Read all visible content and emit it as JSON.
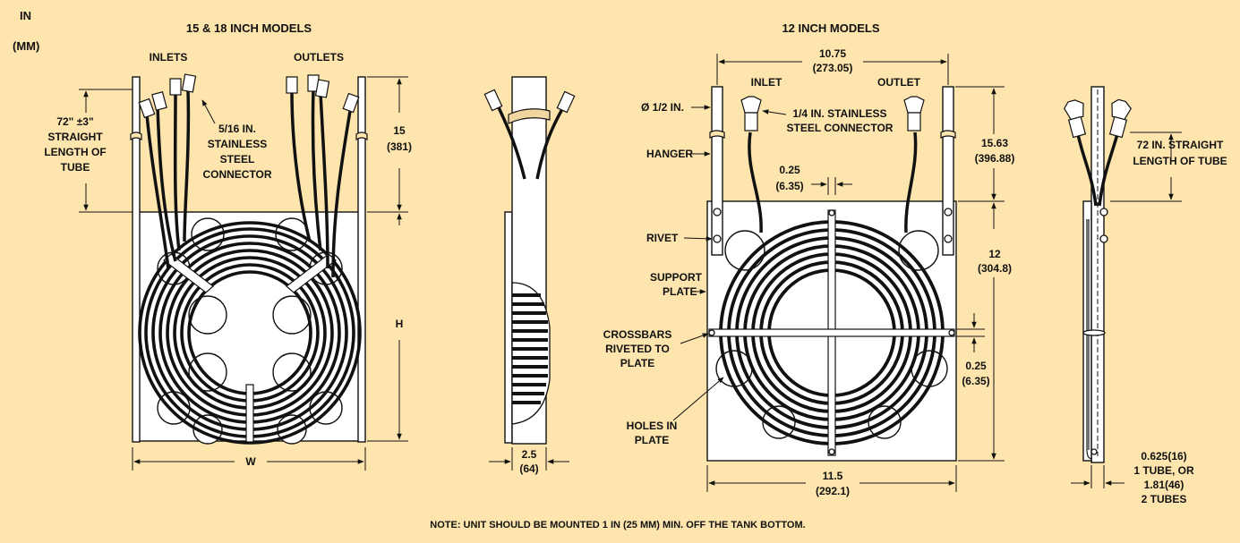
{
  "units": {
    "line1": "IN",
    "line2": "(MM)"
  },
  "left_title": "15 & 18 INCH MODELS",
  "right_title": "12 INCH MODELS",
  "left": {
    "inlets": "INLETS",
    "outlets": "OUTLETS",
    "length_1": "72\" ±3\"",
    "length_2": "STRAIGHT",
    "length_3": "LENGTH OF",
    "length_4": "TUBE",
    "conn_1": "5/16 IN.",
    "conn_2": "STAINLESS",
    "conn_3": "STEEL",
    "conn_4": "CONNECTOR",
    "h15_in": "15",
    "h15_mm": "(381)",
    "h_label": "H",
    "w_label": "W"
  },
  "side": {
    "dim_in": "2.5",
    "dim_mm": "(64)"
  },
  "right": {
    "width_in": "10.75",
    "width_mm": "(273.05)",
    "inlet": "INLET",
    "outlet": "OUTLET",
    "dia": "Ø 1/2 IN.",
    "conn_1": "1/4 IN. STAINLESS",
    "conn_2": "STEEL CONNECTOR",
    "hanger": "HANGER",
    "gap_in": "0.25",
    "gap_mm": "(6.35)",
    "h1563_in": "15.63",
    "h1563_mm": "(396.88)",
    "rivet": "RIVET",
    "support_1": "SUPPORT",
    "support_2": "PLATE",
    "h12_in": "12",
    "h12_mm": "(304.8)",
    "cross_1": "CROSSBARS",
    "cross_2": "RIVETED TO",
    "cross_3": "PLATE",
    "bar_in": "0.25",
    "bar_mm": "(6.35)",
    "holes_1": "HOLES IN",
    "holes_2": "PLATE",
    "w115_in": "11.5",
    "w115_mm": "(292.1)"
  },
  "right_side": {
    "len_1": "72 IN. STRAIGHT",
    "len_2": "LENGTH OF TUBE",
    "t_1": "0.625(16)",
    "t_2": "1 TUBE, OR",
    "t_3": "1.81(46)",
    "t_4": "2 TUBES"
  },
  "note": "NOTE: UNIT SHOULD BE MOUNTED 1 IN (25 MM) MIN. OFF THE TANK BOTTOM.",
  "colors": {
    "background": "#FEE5AE",
    "plate": "#FFFFFF",
    "ink": "#111111",
    "band": "#F2D6A0"
  }
}
